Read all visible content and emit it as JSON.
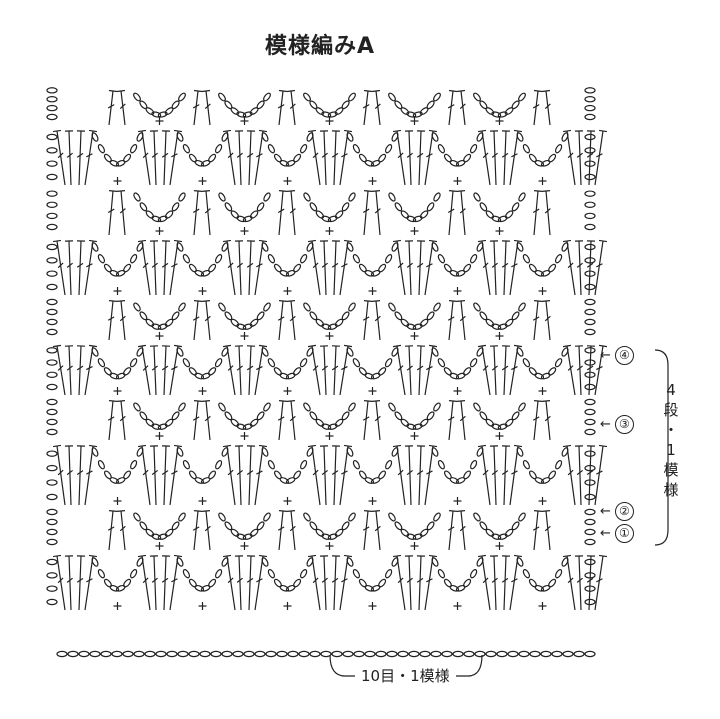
{
  "title": "模様編みA",
  "row_labels": [
    "④",
    "③",
    "②",
    "①"
  ],
  "arrow_glyph": "←",
  "repeat_rows_label": "4段・1模様",
  "repeat_rows_chars": [
    "4",
    "段",
    "・",
    "1",
    "模",
    "様"
  ],
  "repeat_stitches_label": "10目・1模様",
  "stroke_color": "#222222",
  "symbols": [
    "chain-stitch-icon",
    "single-crochet-icon",
    "double-crochet-icon",
    "slip-stitch-icon"
  ]
}
